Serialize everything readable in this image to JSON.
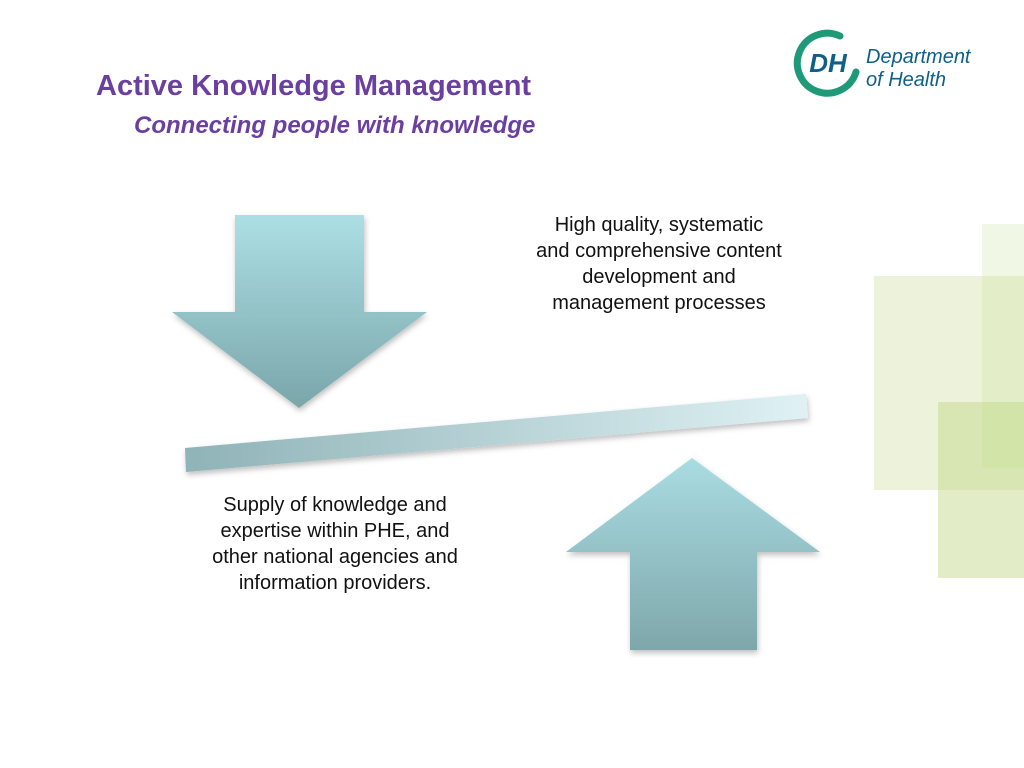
{
  "slide": {
    "title": "Active Knowledge Management",
    "subtitle": "Connecting people with knowledge"
  },
  "logo": {
    "mark": "DH",
    "line1": "Department",
    "line2": "of Health",
    "ring_color": "#1e9a78",
    "text_color": "#0e5f8a"
  },
  "diagram": {
    "top_text": "High quality, systematic and comprehensive content development and management processes",
    "bottom_text": "Supply of knowledge and expertise within PHE, and other national agencies and information providers.",
    "arrow_color": "#9fd2d8",
    "decor_color": "#c9df9a"
  }
}
